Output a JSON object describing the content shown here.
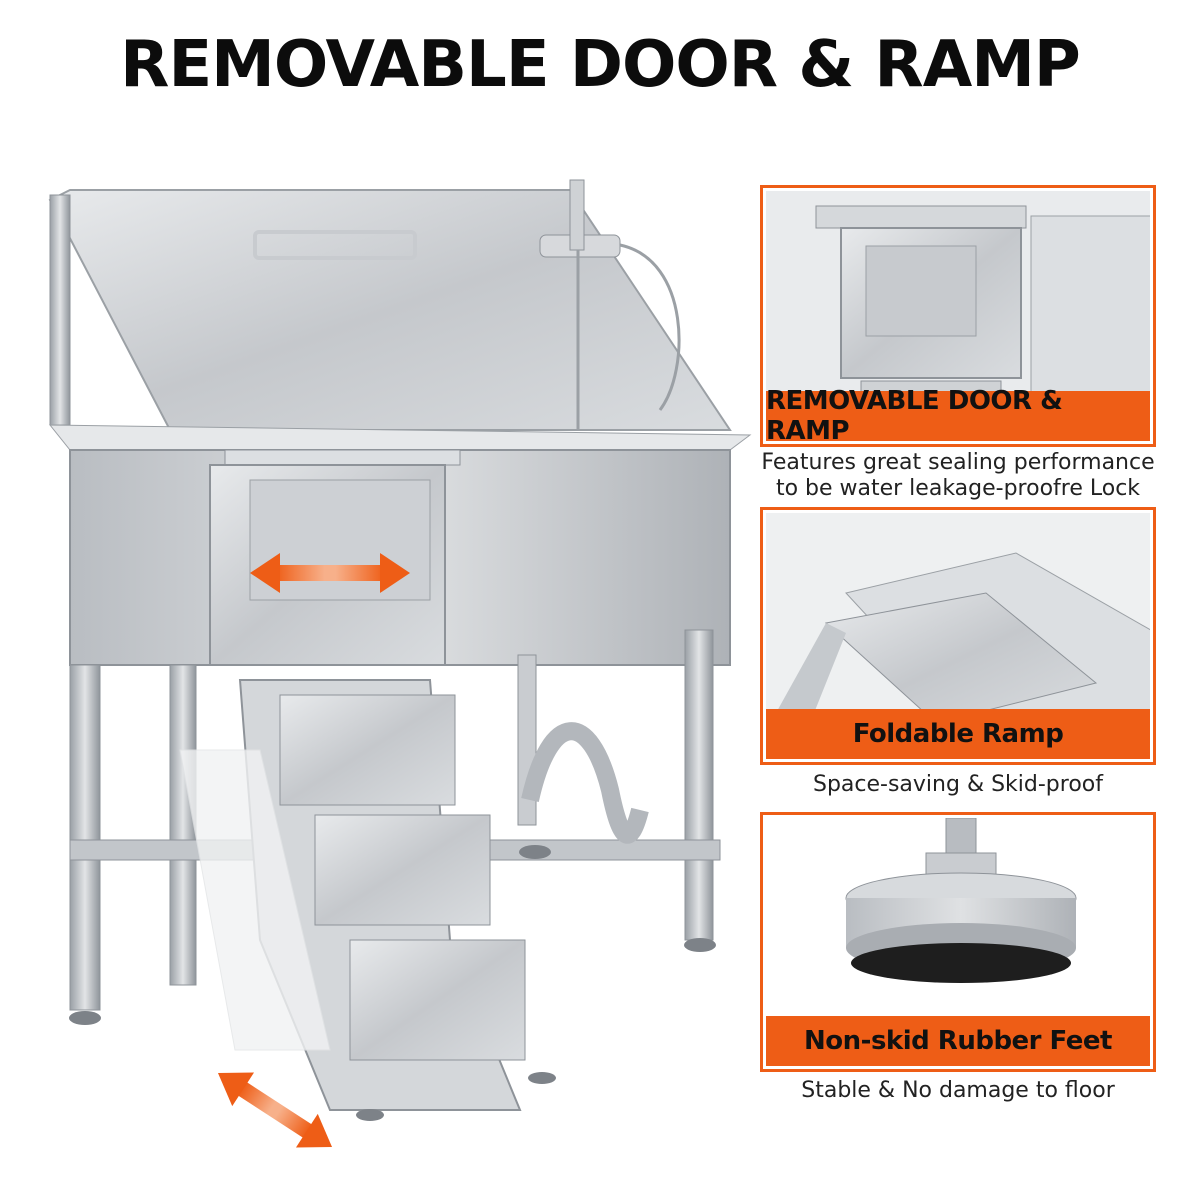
{
  "title": "REMOVABLE DOOR & RAMP",
  "features": [
    {
      "label": "REMOVABLE DOOR & RAMP",
      "caption_lines": [
        "Features great sealing performance",
        "to be water leakage-proofre Lock"
      ]
    },
    {
      "label": "Foldable Ramp",
      "caption_lines": [
        "Space-saving & Skid-proof"
      ]
    },
    {
      "label": "Non-skid Rubber Feet",
      "caption_lines": [
        "Stable & No damage to floor"
      ]
    }
  ],
  "colors": {
    "accent": "#ee5d16",
    "steel": "#c9ccd0",
    "steel_dark": "#8e9399",
    "text": "#0c0c0c"
  },
  "icons": [
    "double-arrow-horizontal-icon",
    "double-arrow-diagonal-icon"
  ]
}
